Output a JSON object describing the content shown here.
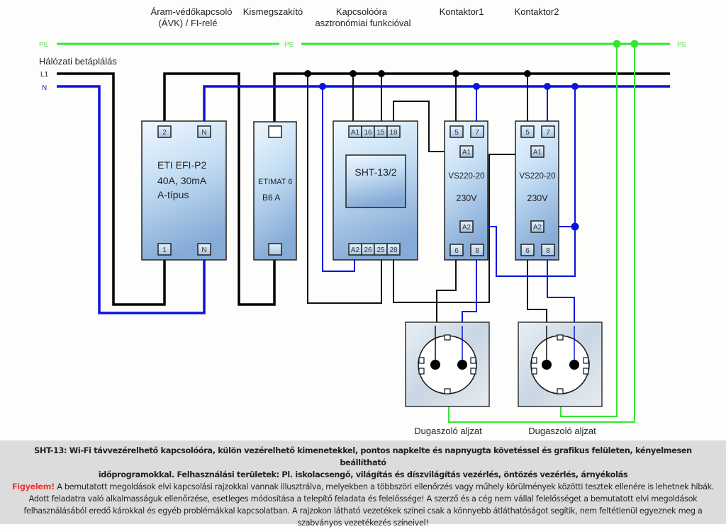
{
  "colors": {
    "pe": "#33e633",
    "l1": "#000000",
    "n": "#0a14dc",
    "module_top": "#eaf4fc",
    "module_bottom": "#8fb3d9",
    "caption_bg": "#dcdcdc",
    "warning": "#e53935"
  },
  "header_labels": {
    "avk_line1": "Áram-védőkapcsoló",
    "avk_line2": "(ÁVK) / FI-relé",
    "mcb": "Kismegszakító",
    "timer_line1": "Kapcsolóóra",
    "timer_line2": "asztronómiai funkcióval",
    "contactor1": "Kontaktor1",
    "contactor2": "Kontaktor2"
  },
  "bus_labels": {
    "pe_left": "PE",
    "pe_mid": "PE",
    "pe_right": "PE",
    "feed": "Hálózati betáplálás",
    "l1": "L1",
    "n": "N"
  },
  "rcd": {
    "model": "ETI EFI-P2",
    "rating": "40A, 30mA",
    "type": "A-típus",
    "terminals_top": [
      "2",
      "N"
    ],
    "terminals_bottom": [
      "1",
      "N"
    ]
  },
  "mcb": {
    "model": "ETIMAT 6",
    "rating": "B6 A"
  },
  "timer": {
    "model": "SHT-13/2",
    "terminals_top": [
      "A1",
      "16",
      "15",
      "18"
    ],
    "terminals_bottom": [
      "A2",
      "26",
      "25",
      "28"
    ]
  },
  "contactors": [
    {
      "model": "VS220-20",
      "voltage": "230V",
      "terminals_top": [
        "5",
        "7"
      ],
      "coil_a1": "A1",
      "coil_a2": "A2",
      "terminals_bottom": [
        "6",
        "8"
      ]
    },
    {
      "model": "VS220-20",
      "voltage": "230V",
      "terminals_top": [
        "5",
        "7"
      ],
      "coil_a1": "A1",
      "coil_a2": "A2",
      "terminals_bottom": [
        "6",
        "8"
      ]
    }
  ],
  "sockets": [
    {
      "label": "Dugaszoló aljzat"
    },
    {
      "label": "Dugaszoló aljzat"
    }
  ],
  "caption": {
    "line1": "SHT-13: Wi-Fi távvezérelhető kapcsolóóra, külön vezérelhető kimenetekkel, pontos napkelte és napnyugta követéssel és grafikus felületen, kényelmesen beállítható",
    "line2": "időprogramokkal. Felhasználási területek: Pl. iskolacsengő, világítás és díszvilágítás vezérlés, öntözés vezérlés, árnyékolás",
    "warning_word": "Figyelem!",
    "warning_text": " A bemutatott megoldások elvi kapcsolási rajzokkal vannak illusztrálva, melyekben a többszöri ellenőrzés vagy műhely körülmények közötti tesztek ellenére is lehetnek hibák. Adott feladatra való alkalmasságuk ellenőrzése, esetleges módosítása a telepítő feladata és felelőssége! A szerző és a cég nem vállal felelősséget a bemutatott elvi megoldások felhasználásából eredő károkkal és egyéb problémákkal kapcsolatban. A rajzokon látható vezetékek színei csak a könnyebb átláthatóságot segítik, nem feltétlenül egyeznek meg a szabványos vezetékezés színeivel!"
  }
}
